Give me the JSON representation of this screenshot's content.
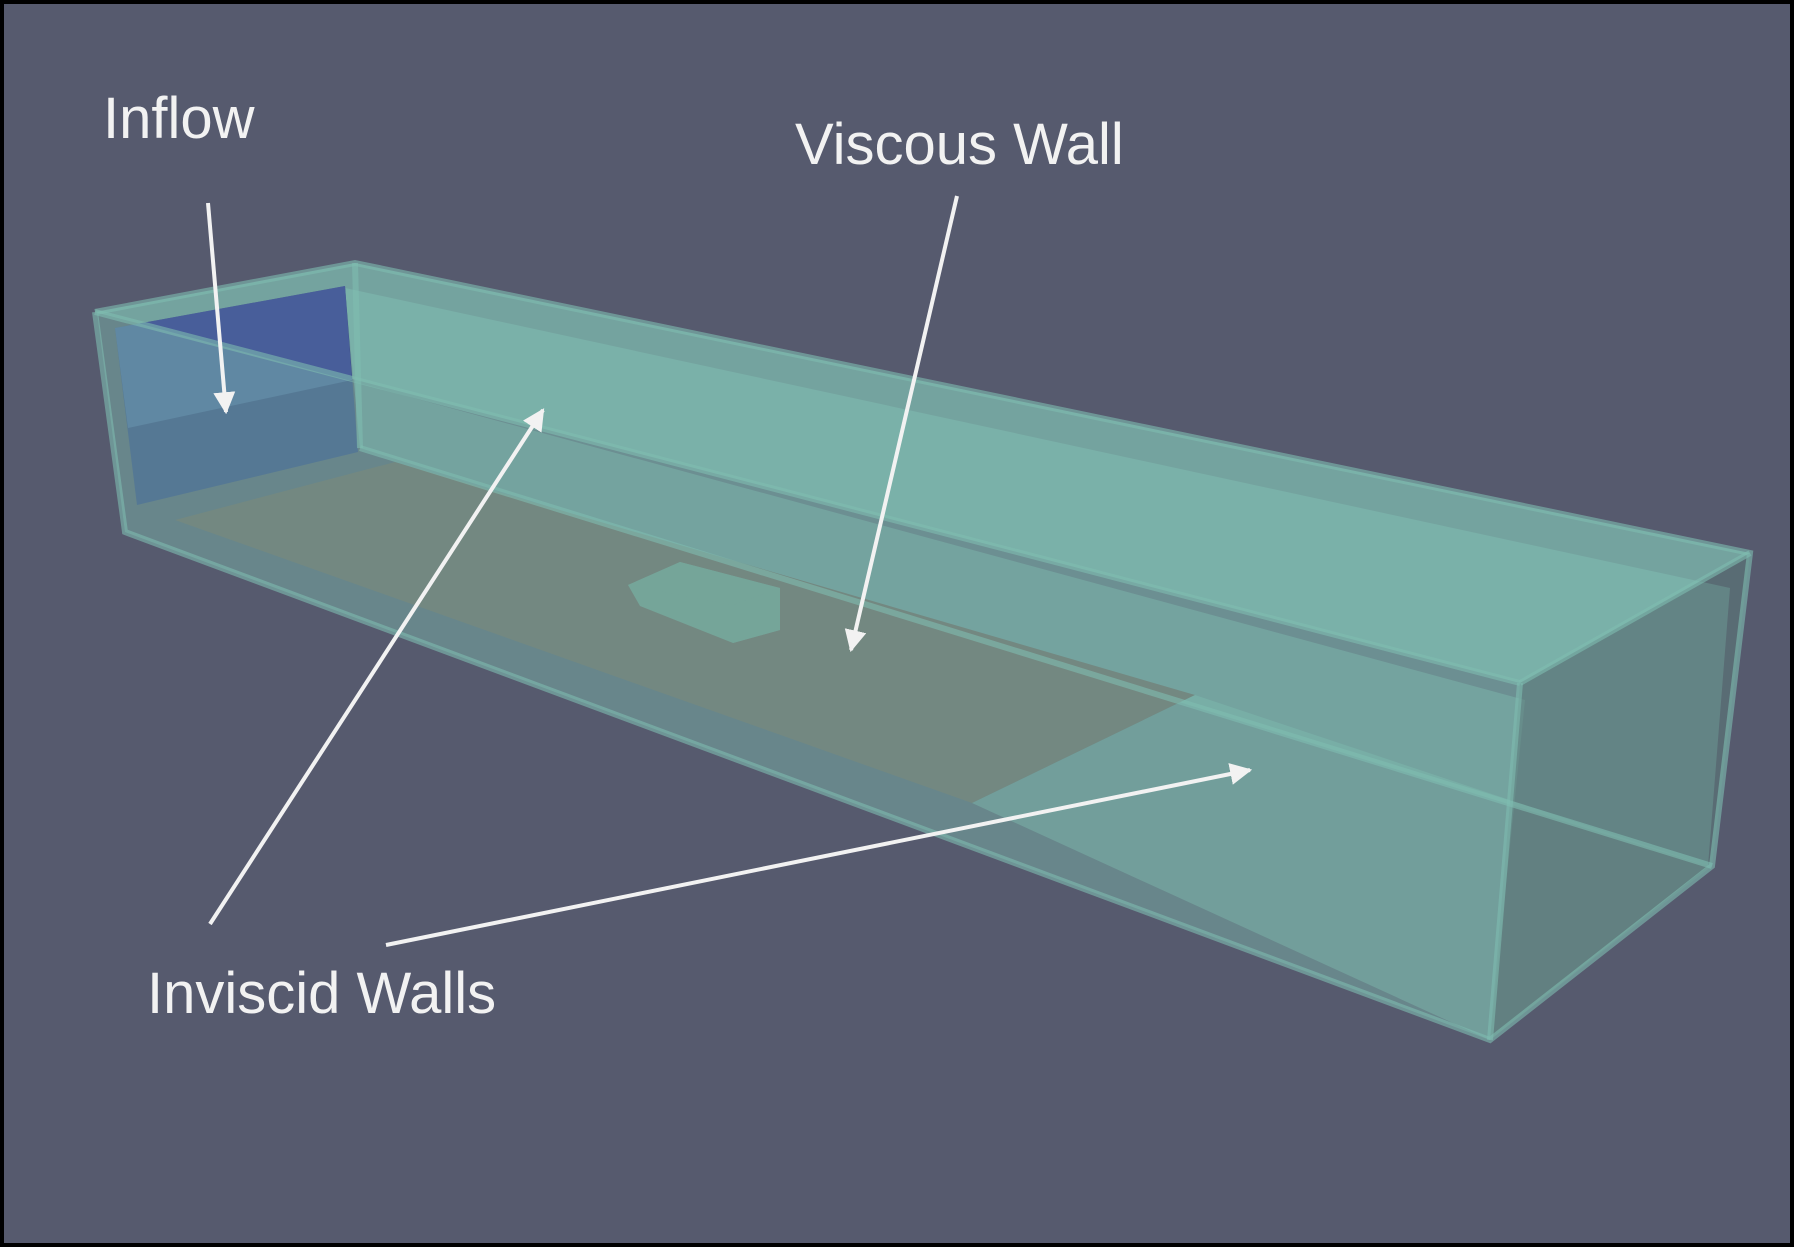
{
  "annotations": {
    "inflow": "Inflow",
    "viscous_wall": "Viscous Wall",
    "inviscid_walls": "Inviscid Walls"
  },
  "colors": {
    "background": "#565a6e",
    "frame": "#000000",
    "inflow_face": "#34417e",
    "inflow_face_light": "#5a77b0",
    "channel_glass": "#7fbcb0",
    "channel_glass_dark": "#5d7c7a",
    "viscous_floor": "#6a5e5c",
    "obstacle": "#6e9288",
    "arrow": "#f2f2f2",
    "text": "#f2f2f2"
  }
}
